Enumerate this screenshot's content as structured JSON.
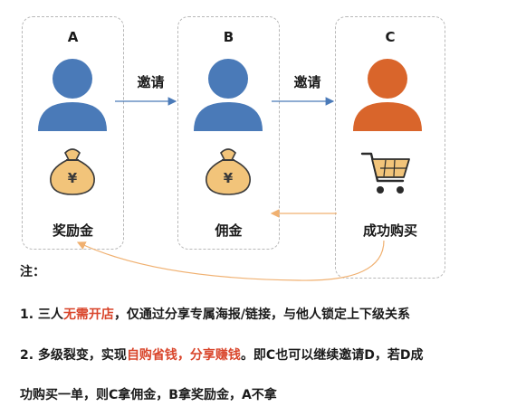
{
  "nodes": [
    {
      "letter": "A",
      "caption": "奖励金",
      "person_color": "#4a7ab8",
      "icon": "money-bag-icon"
    },
    {
      "letter": "B",
      "caption": "佣金",
      "person_color": "#4a7ab8",
      "icon": "money-bag-icon"
    },
    {
      "letter": "C",
      "caption": "成功购买",
      "person_color": "#d9652b",
      "icon": "shopping-cart-icon"
    }
  ],
  "edges": {
    "a_to_b": "邀请",
    "b_to_c": "邀请"
  },
  "bag_symbol": "¥",
  "notes": {
    "title": "注：",
    "line1_prefix": "1. 三人",
    "line1_highlight": "无需开店",
    "line1_suffix": "，仅通过分享专属海报/链接，与他人锁定上下级关系",
    "line2_prefix": "2. 多级裂变，实现",
    "line2_highlight": "自购省钱，分享赚钱",
    "line2_suffix": "。即C也可以继续邀请D，若D成",
    "line3": "功购买一单，则C拿佣金，B拿奖励金，A不拿"
  },
  "colors": {
    "person_blue": "#4a7ab8",
    "person_orange": "#d9652b",
    "bag": "#f2c47a",
    "arrow_blue": "#4a7ab8",
    "arrow_orange": "#f0b070",
    "highlight": "#d9452b"
  }
}
